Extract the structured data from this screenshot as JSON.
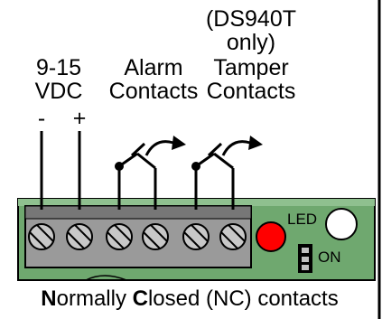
{
  "labels": {
    "power_line1": "9-15",
    "power_line2": "VDC",
    "alarm_line1": "Alarm",
    "alarm_line2": "Contacts",
    "tamper_note1": "(DS940T",
    "tamper_note2": "only)",
    "tamper_line1": "Tamper",
    "tamper_line2": "Contacts",
    "minus": "-",
    "plus": "+",
    "led": "LED",
    "on": "ON"
  },
  "caption": {
    "n": "N",
    "part1": "ormally ",
    "c": "C",
    "part2": "losed (NC) contacts"
  },
  "colors": {
    "board": "#6fa86f",
    "terminal": "#9a9a9a",
    "led_red": "#ff0000",
    "led_white": "#ffffff",
    "outline": "#000000"
  }
}
